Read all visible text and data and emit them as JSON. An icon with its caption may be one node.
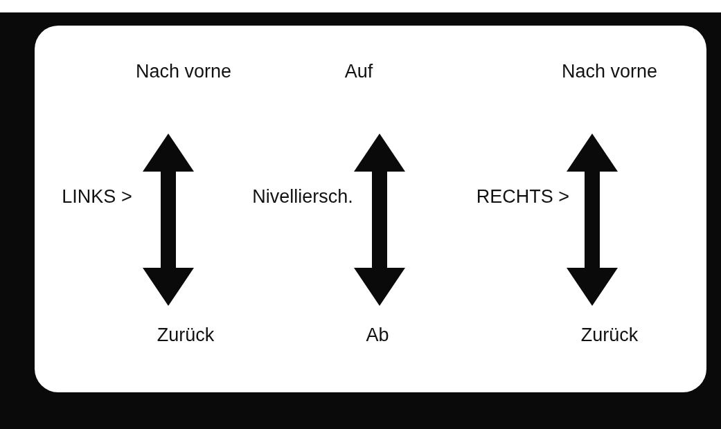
{
  "diagram": {
    "labels": [
      "Nach vorne",
      "Auf",
      "Nach vorne",
      "LINKS >",
      "Nivelliersch.",
      "RECHTS >",
      "Zurück",
      "Ab",
      "Zurück"
    ]
  }
}
